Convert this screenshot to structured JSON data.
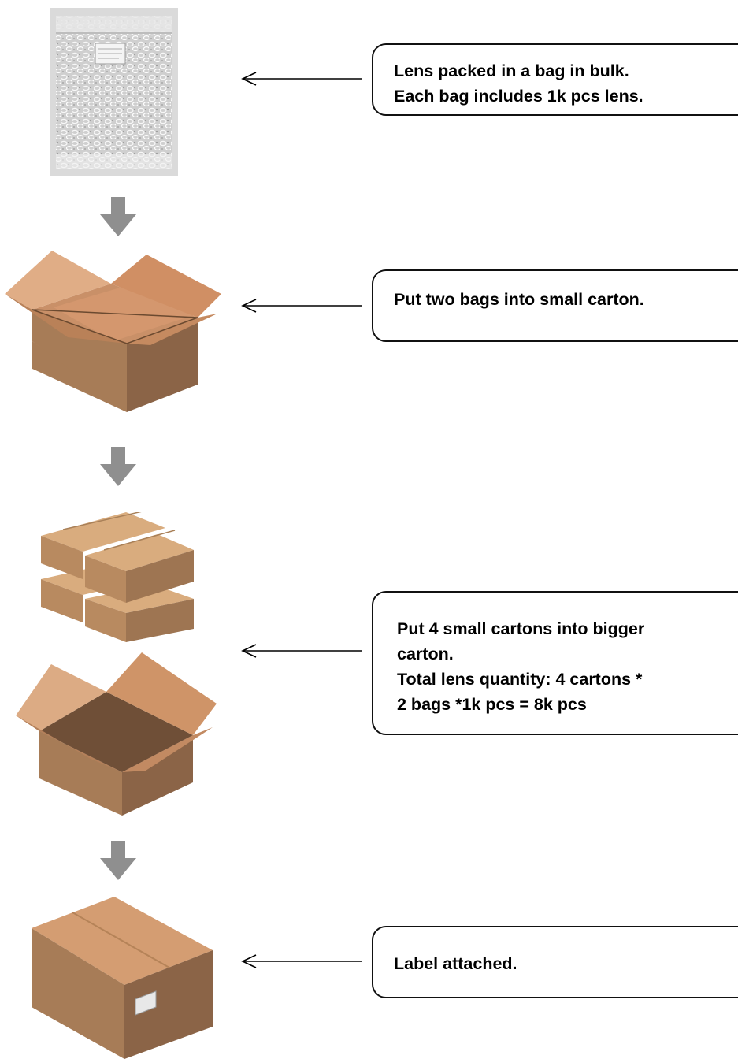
{
  "steps": [
    {
      "lines": [
        "Lens packed in a bag in bulk.",
        "Each  bag includes 1k pcs lens."
      ]
    },
    {
      "lines": [
        "Put two bags into small carton."
      ]
    },
    {
      "lines": [
        "Put 4 small cartons into bigger",
        "carton.",
        "Total lens quantity: 4 cartons *",
        "2 bags *1k pcs = 8k pcs"
      ]
    },
    {
      "lines": [
        "Label attached."
      ]
    }
  ],
  "colors": {
    "carton_front": "#a77c57",
    "carton_side": "#8b6447",
    "carton_flap": "#d8a27a",
    "carton_inner": "#c99068",
    "arrow_down": "#8f8f8f",
    "bag": "#e4e4e4"
  }
}
